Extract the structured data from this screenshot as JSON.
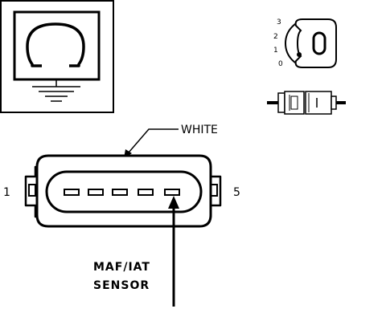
{
  "wire_color_label": "WHITE",
  "sensor_label_line1": "MAF/IAT",
  "sensor_label_line2": "SENSOR",
  "pin_left": "1",
  "pin_right": "5",
  "key_positions": [
    "3",
    "2",
    "1",
    "0"
  ],
  "icons": {
    "meter": "ohmmeter-icon",
    "ignition": "ignition-key-icon",
    "connector": "disconnected-connector-icon"
  }
}
